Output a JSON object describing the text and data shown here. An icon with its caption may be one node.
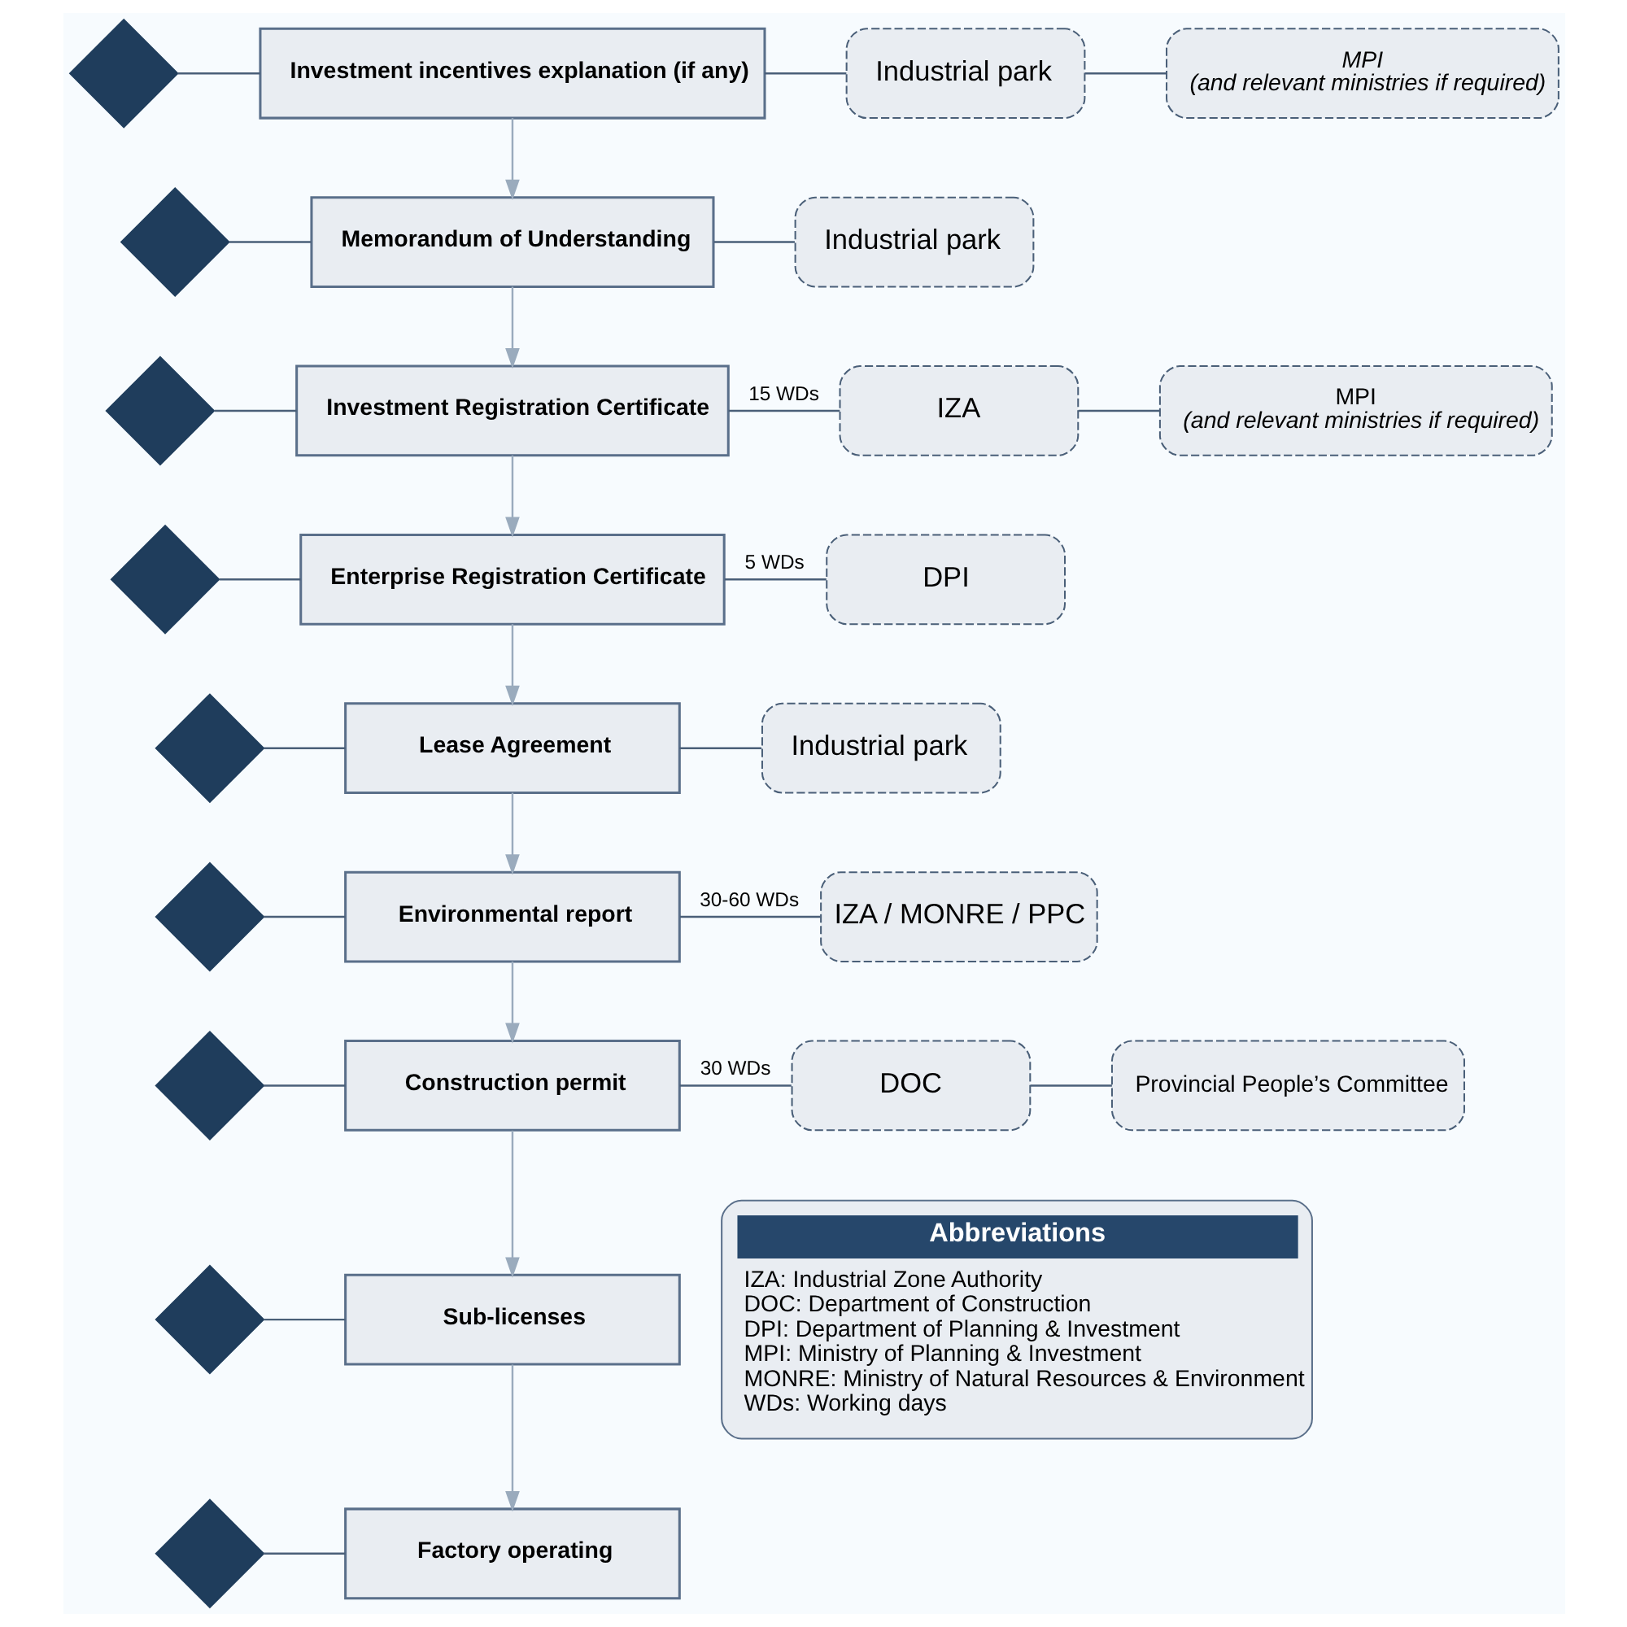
{
  "diagram": {
    "nodes": [
      {
        "text": [],
        "shape": "diamond"
      },
      {
        "text": [
          "Investment incentives explanation (if any)"
        ]
      },
      {
        "text": [
          "Industrial park"
        ]
      },
      {
        "text": [
          "MPI",
          "(and relevant ministries if required)"
        ]
      },
      {
        "text": [],
        "shape": "diamond"
      },
      {
        "text": [
          "Memorandum of Understanding"
        ]
      },
      {
        "text": [
          "Industrial park"
        ]
      },
      {
        "text": [],
        "shape": "diamond"
      },
      {
        "text": [
          "Investment Registration Certificate"
        ]
      },
      {
        "text": [
          "IZA"
        ]
      },
      {
        "text": [
          "MPI",
          "(and relevant ministries if required)"
        ]
      },
      {
        "text": [],
        "shape": "diamond"
      },
      {
        "text": [
          "Enterprise Registration Certificate"
        ]
      },
      {
        "text": [
          "DPI"
        ]
      },
      {
        "text": [],
        "shape": "diamond"
      },
      {
        "text": [
          "Lease Agreement"
        ]
      },
      {
        "text": [
          "Industrial park"
        ]
      },
      {
        "text": [],
        "shape": "diamond"
      },
      {
        "text": [
          "Environmental report"
        ]
      },
      {
        "text": [
          "IZA / MONRE / PPC"
        ]
      },
      {
        "text": [],
        "shape": "diamond"
      },
      {
        "text": [
          "Construction permit"
        ]
      },
      {
        "text": [
          "DOC"
        ]
      },
      {
        "text": [
          "Provincial People’s Committee"
        ]
      },
      {
        "text": [],
        "shape": "diamond"
      },
      {
        "text": [
          "Sub-licenses"
        ]
      },
      {
        "text": [],
        "shape": "diamond"
      },
      {
        "text": [
          "Factory operating"
        ]
      },
      {
        "text": [
          "Abbreviations",
          "IZA: Industrial Zone Authority",
          "DOC: Department of Construction",
          "DPI: Department of Planning & Investment",
          "MPI: Ministry of Planning & Investment",
          "MONRE: Ministry of Natural Resources & Environment",
          "WDs: Working days"
        ]
      }
    ],
    "edges": [
      {
        "from": 0,
        "to": 1,
        "arrow": "none"
      },
      {
        "from": 1,
        "to": 2,
        "arrow": "none"
      },
      {
        "from": 2,
        "to": 3,
        "arrow": "none"
      },
      {
        "from": 1,
        "to": 5,
        "arrow": "to",
        "color": "#9aabbd"
      },
      {
        "from": 4,
        "to": 5,
        "arrow": "none"
      },
      {
        "from": 5,
        "to": 6,
        "arrow": "none"
      },
      {
        "from": 5,
        "to": 8,
        "arrow": "to",
        "color": "#9aabbd"
      },
      {
        "from": 7,
        "to": 8,
        "arrow": "none"
      },
      {
        "from": 8,
        "to": 9,
        "arrow": "none",
        "label": "15 WDs"
      },
      {
        "from": 9,
        "to": 10,
        "arrow": "none"
      },
      {
        "from": 8,
        "to": 12,
        "arrow": "to",
        "color": "#9aabbd"
      },
      {
        "from": 11,
        "to": 12,
        "arrow": "none"
      },
      {
        "from": 12,
        "to": 13,
        "arrow": "none",
        "label": "5 WDs"
      },
      {
        "from": 12,
        "to": 15,
        "arrow": "to",
        "color": "#9aabbd"
      },
      {
        "from": 14,
        "to": 15,
        "arrow": "none"
      },
      {
        "from": 15,
        "to": 16,
        "arrow": "none"
      },
      {
        "from": 15,
        "to": 18,
        "arrow": "to",
        "color": "#9aabbd"
      },
      {
        "from": 17,
        "to": 18,
        "arrow": "none"
      },
      {
        "from": 18,
        "to": 19,
        "arrow": "none",
        "label": "30-60 WDs"
      },
      {
        "from": 18,
        "to": 21,
        "arrow": "to",
        "color": "#9aabbd"
      },
      {
        "from": 20,
        "to": 21,
        "arrow": "none"
      },
      {
        "from": 21,
        "to": 22,
        "arrow": "none",
        "label": "30 WDs"
      },
      {
        "from": 22,
        "to": 23,
        "arrow": "none"
      },
      {
        "from": 21,
        "to": 25,
        "arrow": "to",
        "color": "#9aabbd"
      },
      {
        "from": 24,
        "to": 25,
        "arrow": "none"
      },
      {
        "from": 25,
        "to": 27,
        "arrow": "to",
        "color": "#9aabbd"
      },
      {
        "from": 26,
        "to": 27,
        "arrow": "none"
      }
    ]
  }
}
